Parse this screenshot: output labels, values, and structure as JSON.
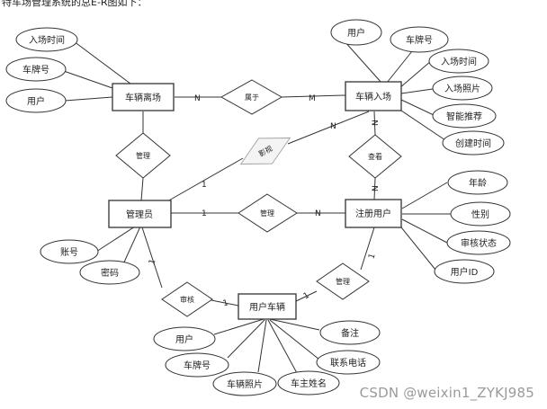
{
  "top_caption": "特车场管理系统的总E-R图如下：",
  "watermark": "CSDN @weixin1_ZYKJ985",
  "entities": {
    "parking_out": "车辆离场",
    "parking_in": "车辆入场",
    "admin": "管理员",
    "user": "注册用户",
    "user_vehicle": "用户车辆"
  },
  "relationships": {
    "belongs": "属于",
    "manage_out": "管理",
    "handle": "影视",
    "view": "查看",
    "manage_user": "管理",
    "audit": "审核",
    "manage_vehicle": "管理"
  },
  "attributes": {
    "out_entry_time": "入场时间",
    "out_plate": "车牌号",
    "out_user": "用户",
    "in_user": "用户",
    "in_plate": "车牌号",
    "in_entry_time": "入场时间",
    "in_photo": "入场照片",
    "in_recommend": "智能推荐",
    "in_created": "创建时间",
    "user_age": "年龄",
    "user_gender": "性别",
    "user_status": "审核状态",
    "user_id": "用户ID",
    "admin_account": "账号",
    "admin_password": "密码",
    "veh_user": "用户",
    "veh_note": "备注",
    "veh_plate": "车牌号",
    "veh_phone": "联系电话",
    "veh_photo": "车辆照片",
    "veh_owner": "车主姓名"
  },
  "cardinalities": {
    "out_belongs": "N",
    "belongs_in": "M",
    "admin_handle": "1",
    "handle_in": "N",
    "in_view": "N",
    "view_user": "N",
    "admin_manage_user": "1",
    "manage_user_user": "N",
    "admin_audit": "1",
    "audit_vehicle": "1",
    "vehicle_manage": "1",
    "manage_user_side": "1"
  }
}
